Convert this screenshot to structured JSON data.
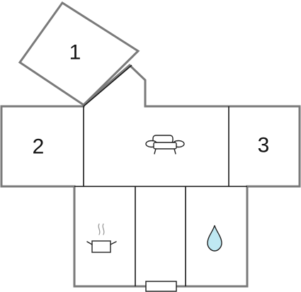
{
  "rooms": [
    {
      "id": "1",
      "label": "1"
    },
    {
      "id": "2",
      "label": "2"
    },
    {
      "id": "3",
      "label": "3"
    }
  ],
  "icons": {
    "living": "sofa-icon",
    "kitchen": "cooking-pot-icon",
    "bathroom": "water-drop-icon",
    "window": "window-icon"
  },
  "colors": {
    "exterior_wall": "#7a7a7a",
    "interior_wall": "#1a1a1a",
    "water_drop": "#bfe8f2",
    "background": "#ffffff"
  }
}
